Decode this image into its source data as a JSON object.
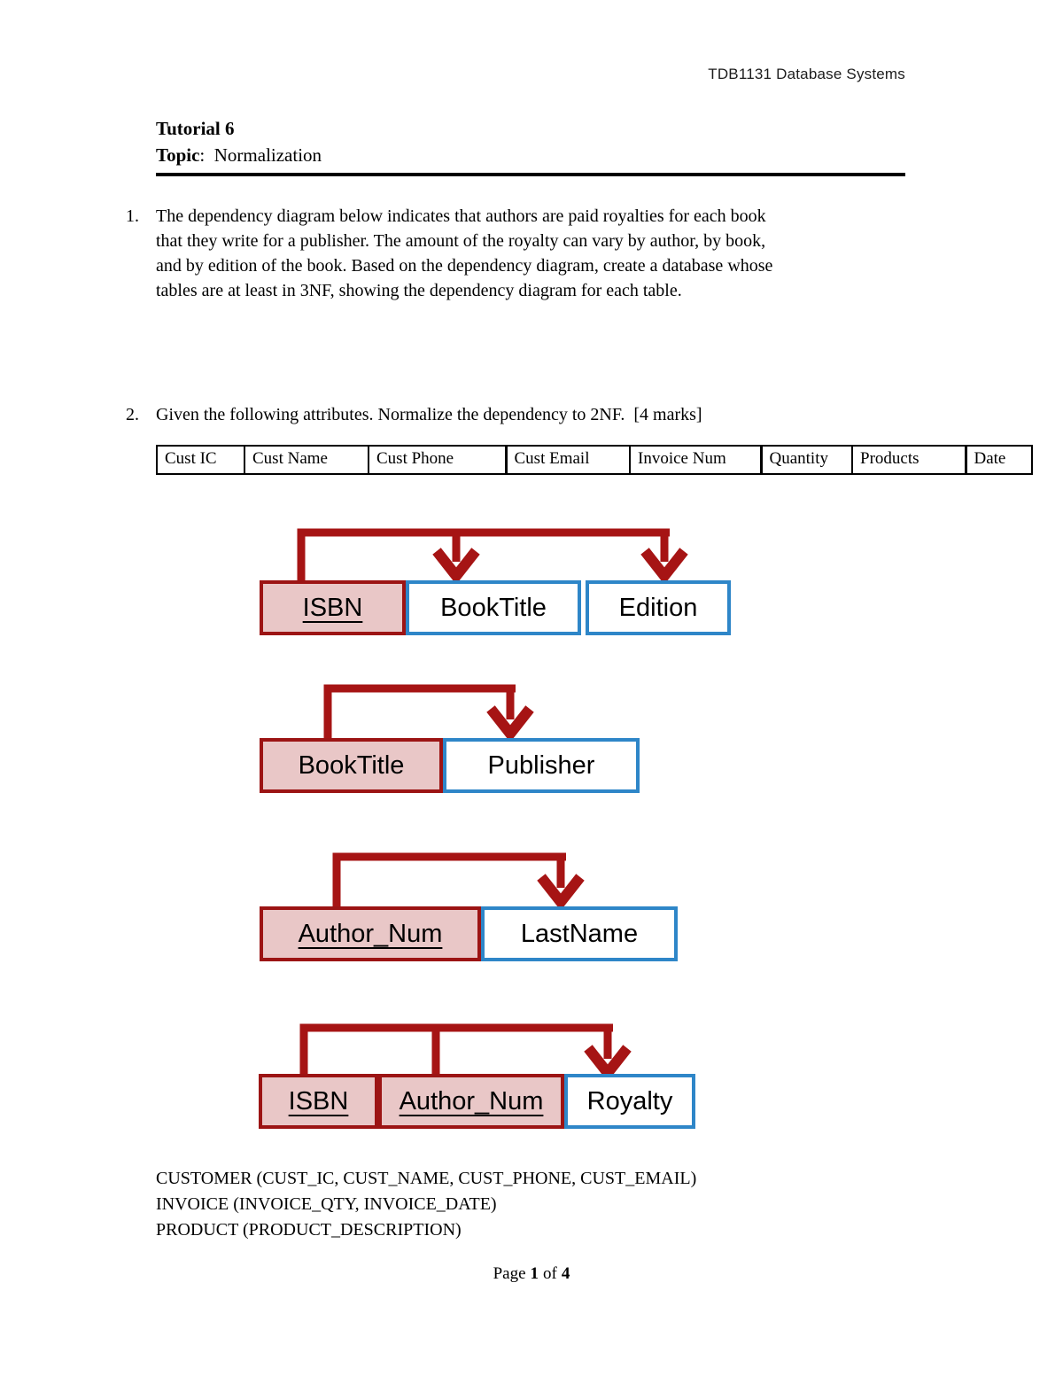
{
  "page": {
    "header": "TDB1131 Database Systems"
  },
  "title": {
    "line1": "Tutorial 6",
    "topic_label": "Topic",
    "topic_rest": ":  Normalization"
  },
  "questions": [
    {
      "number": "1.",
      "lines": [
        "The dependency diagram below indicates that authors are paid royalties for each book",
        "that they write for a publisher. The amount of the royalty can vary by author, by book,",
        "and by edition of the book. Based on the dependency diagram, create a database whose",
        "tables are at least in 3NF, showing the dependency diagram for each table."
      ]
    },
    {
      "number": "2.",
      "lines": [
        "Given the following attributes. Normalize the dependency to 2NF.  [4 marks]"
      ]
    }
  ],
  "attribute_table": {
    "columns": [
      "Cust IC",
      "Cust Name",
      "Cust Phone",
      "Cust Email",
      "Invoice Num",
      "Quantity",
      "Products",
      "Date"
    ]
  },
  "diagrams": [
    {
      "name": "isbn-booktitle-edition",
      "boxes": [
        {
          "label": "ISBN",
          "role": "key"
        },
        {
          "label": "BookTitle",
          "role": "dependent"
        },
        {
          "label": "Edition",
          "role": "dependent"
        }
      ]
    },
    {
      "name": "booktitle-publisher",
      "boxes": [
        {
          "label": "BookTitle",
          "role": "key"
        },
        {
          "label": "Publisher",
          "role": "dependent"
        }
      ]
    },
    {
      "name": "authornum-lastname",
      "boxes": [
        {
          "label": "Author_Num",
          "role": "key"
        },
        {
          "label": "LastName",
          "role": "dependent"
        }
      ]
    },
    {
      "name": "isbn-authornum-royalty",
      "boxes": [
        {
          "label": "ISBN",
          "role": "key"
        },
        {
          "label": "Author_Num",
          "role": "key"
        },
        {
          "label": "Royalty",
          "role": "dependent"
        }
      ]
    }
  ],
  "schemas": [
    "CUSTOMER (CUST_IC, CUST_NAME, CUST_PHONE, CUST_EMAIL)",
    "INVOICE (INVOICE_QTY, INVOICE_DATE)",
    "PRODUCT (PRODUCT_DESCRIPTION)"
  ],
  "footer": {
    "word1": "Page",
    "page": "1",
    "word2": "of",
    "total": "4"
  },
  "colors": {
    "dark_red": "#9C1414",
    "arrow_red": "#A61414",
    "pink_fill": "#E9C7C7",
    "blue_border": "#2E86C8"
  }
}
